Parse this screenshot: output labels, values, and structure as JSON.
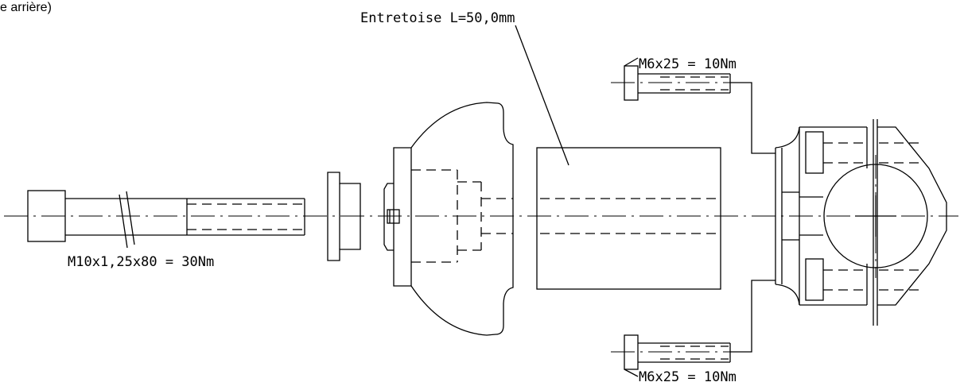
{
  "header": {
    "text": "e arrière)"
  },
  "labels": {
    "spacer": "Entretoise L=50,0mm",
    "bolt_top": "M6x25 = 10Nm",
    "bolt_bottom": "M6x25 = 10Nm",
    "main_bolt": "M10x1,25x80 = 30Nm"
  },
  "colors": {
    "line": "#000000",
    "background": "#ffffff"
  }
}
